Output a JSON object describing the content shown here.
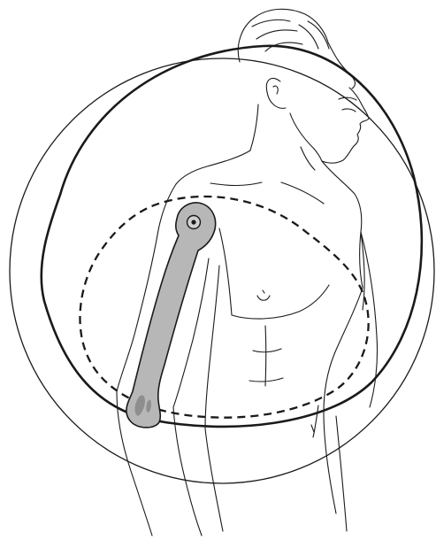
{
  "figure": {
    "colors": {
      "background": "#ffffff",
      "line": "#1a1a1a",
      "bone_fill": "#b7b7b7",
      "bone_shade": "#8e8e8e"
    },
    "elements": [
      "outer-circle",
      "solid-closed-curve",
      "dashed-closed-curve",
      "humerus-bone",
      "shoulder-pivot-marker",
      "human-figure-outline"
    ]
  }
}
